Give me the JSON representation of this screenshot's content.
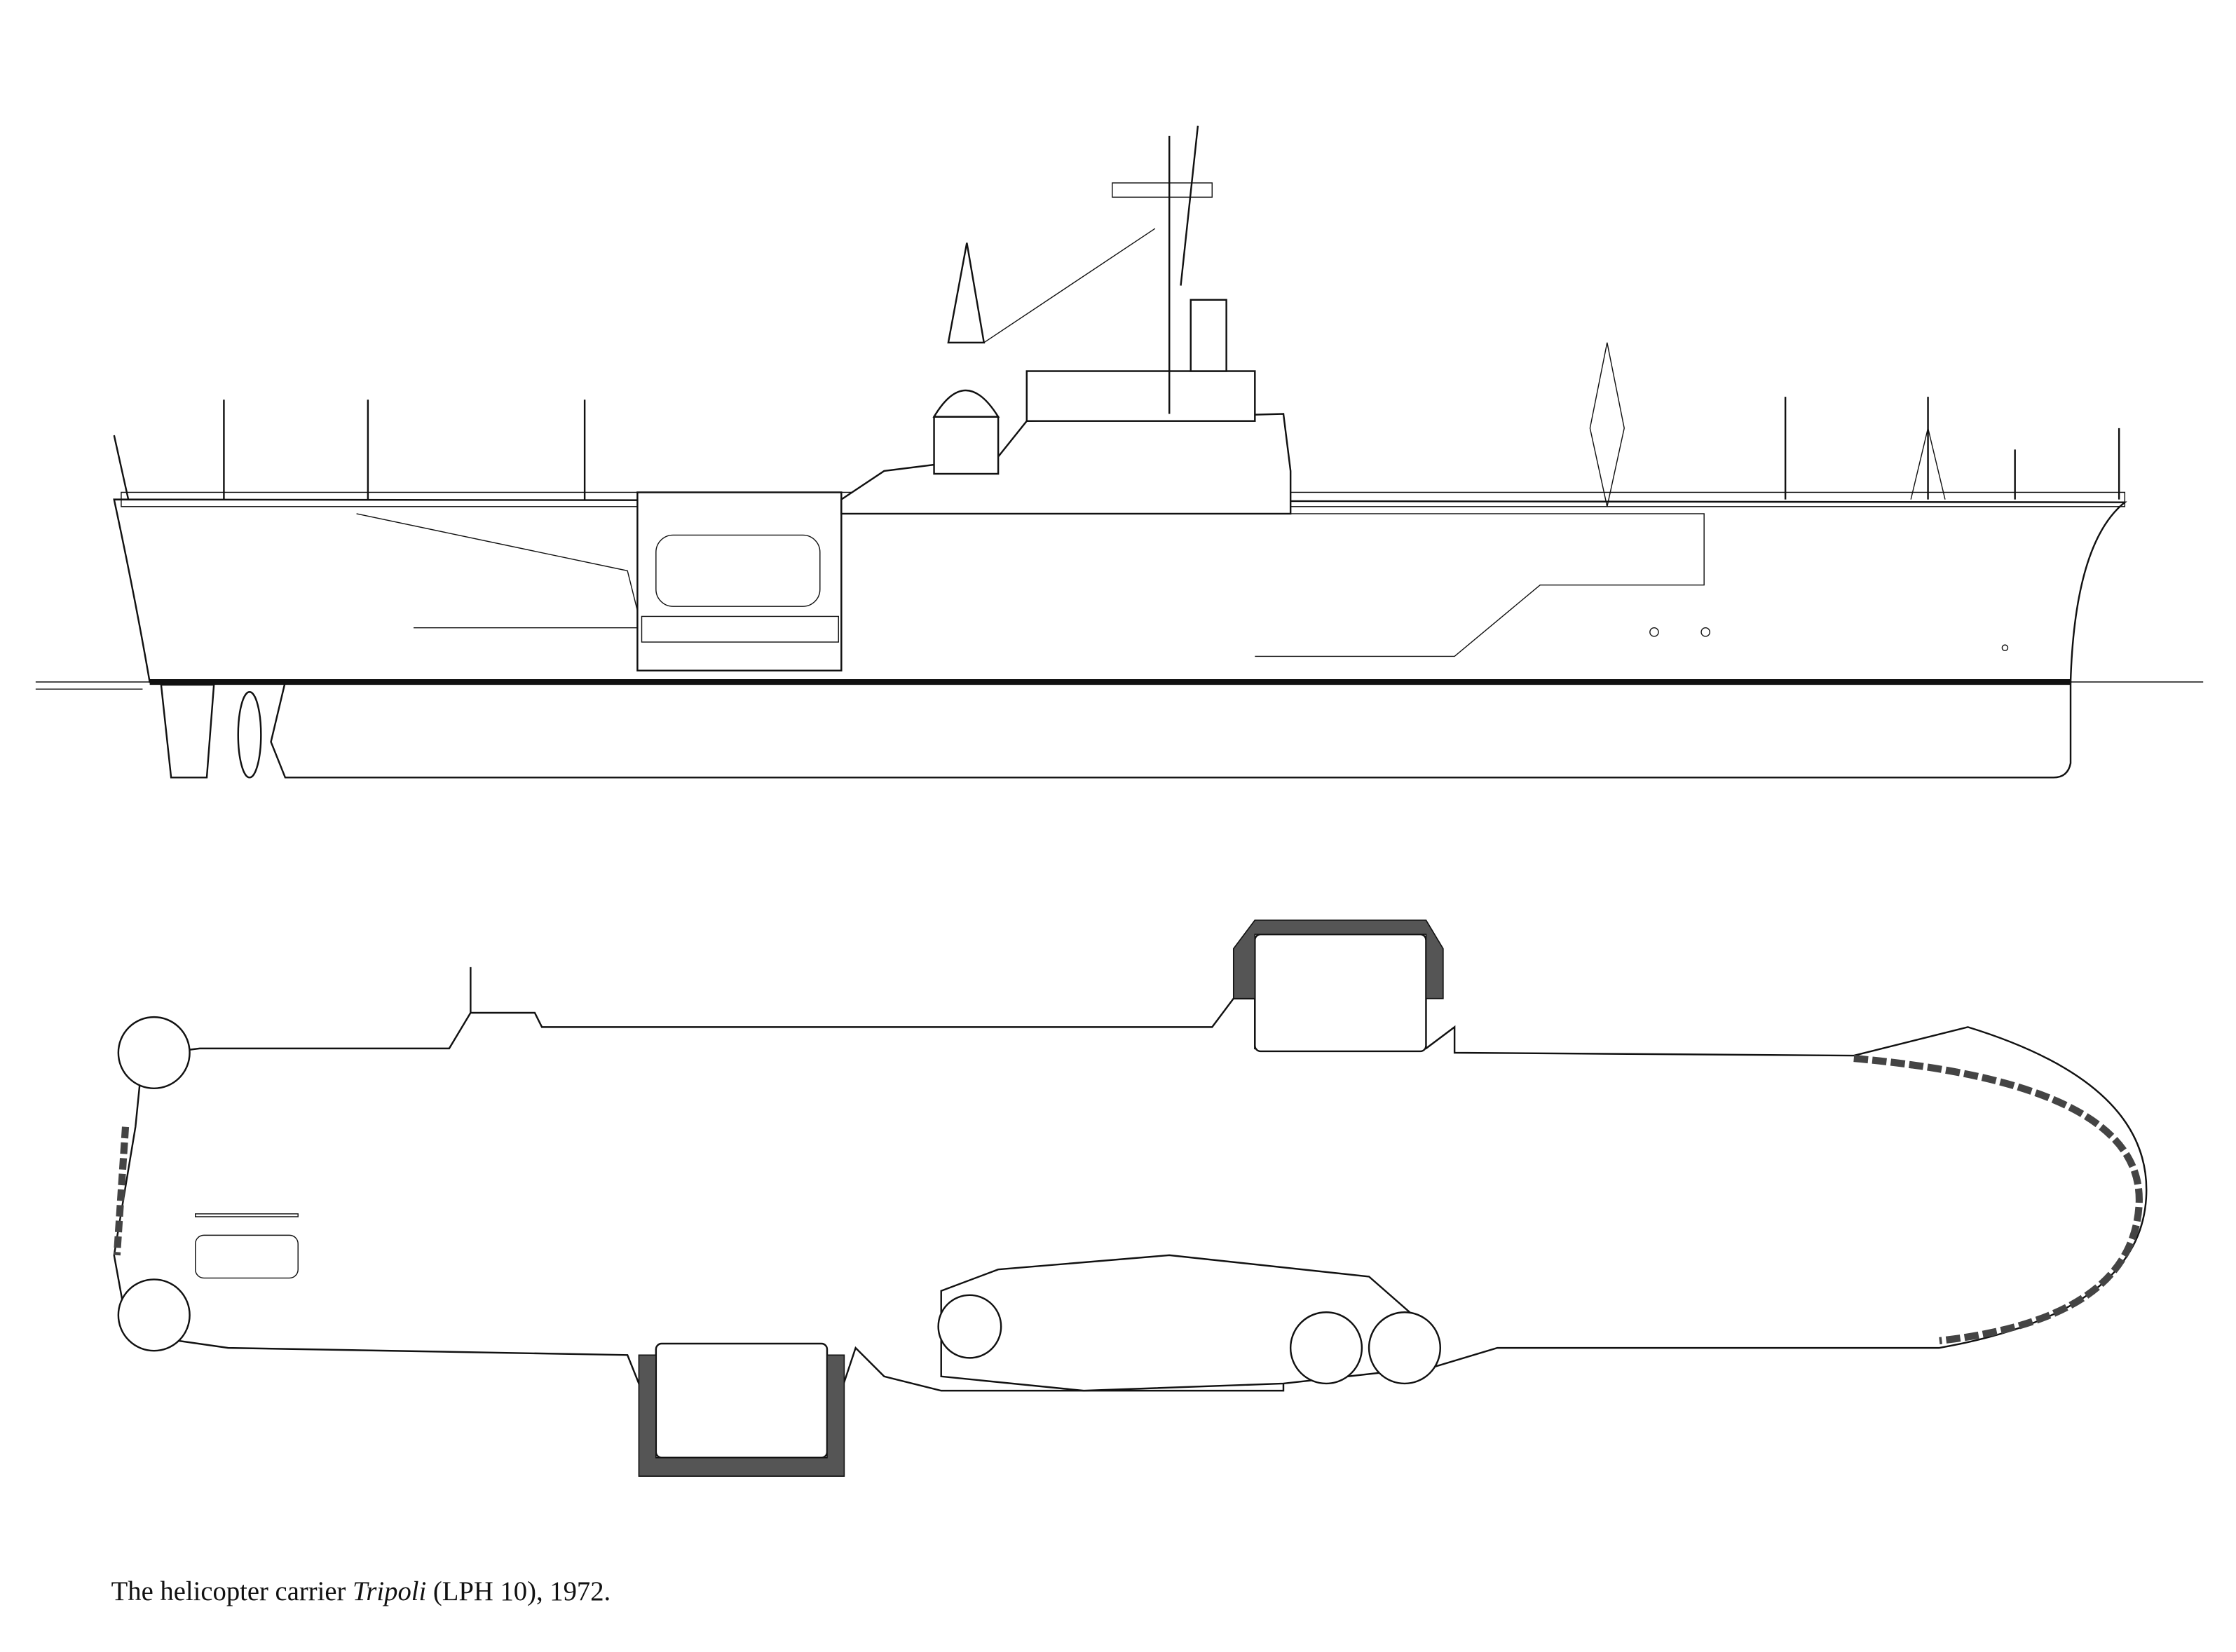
{
  "caption": {
    "prefix": "The helicopter carrier ",
    "ship_name": "Tripoli",
    "suffix": " (LPH 10), 1972."
  },
  "views": [
    "profile",
    "plan"
  ],
  "colors": {
    "ink": "#111111",
    "paper": "#ffffff"
  }
}
